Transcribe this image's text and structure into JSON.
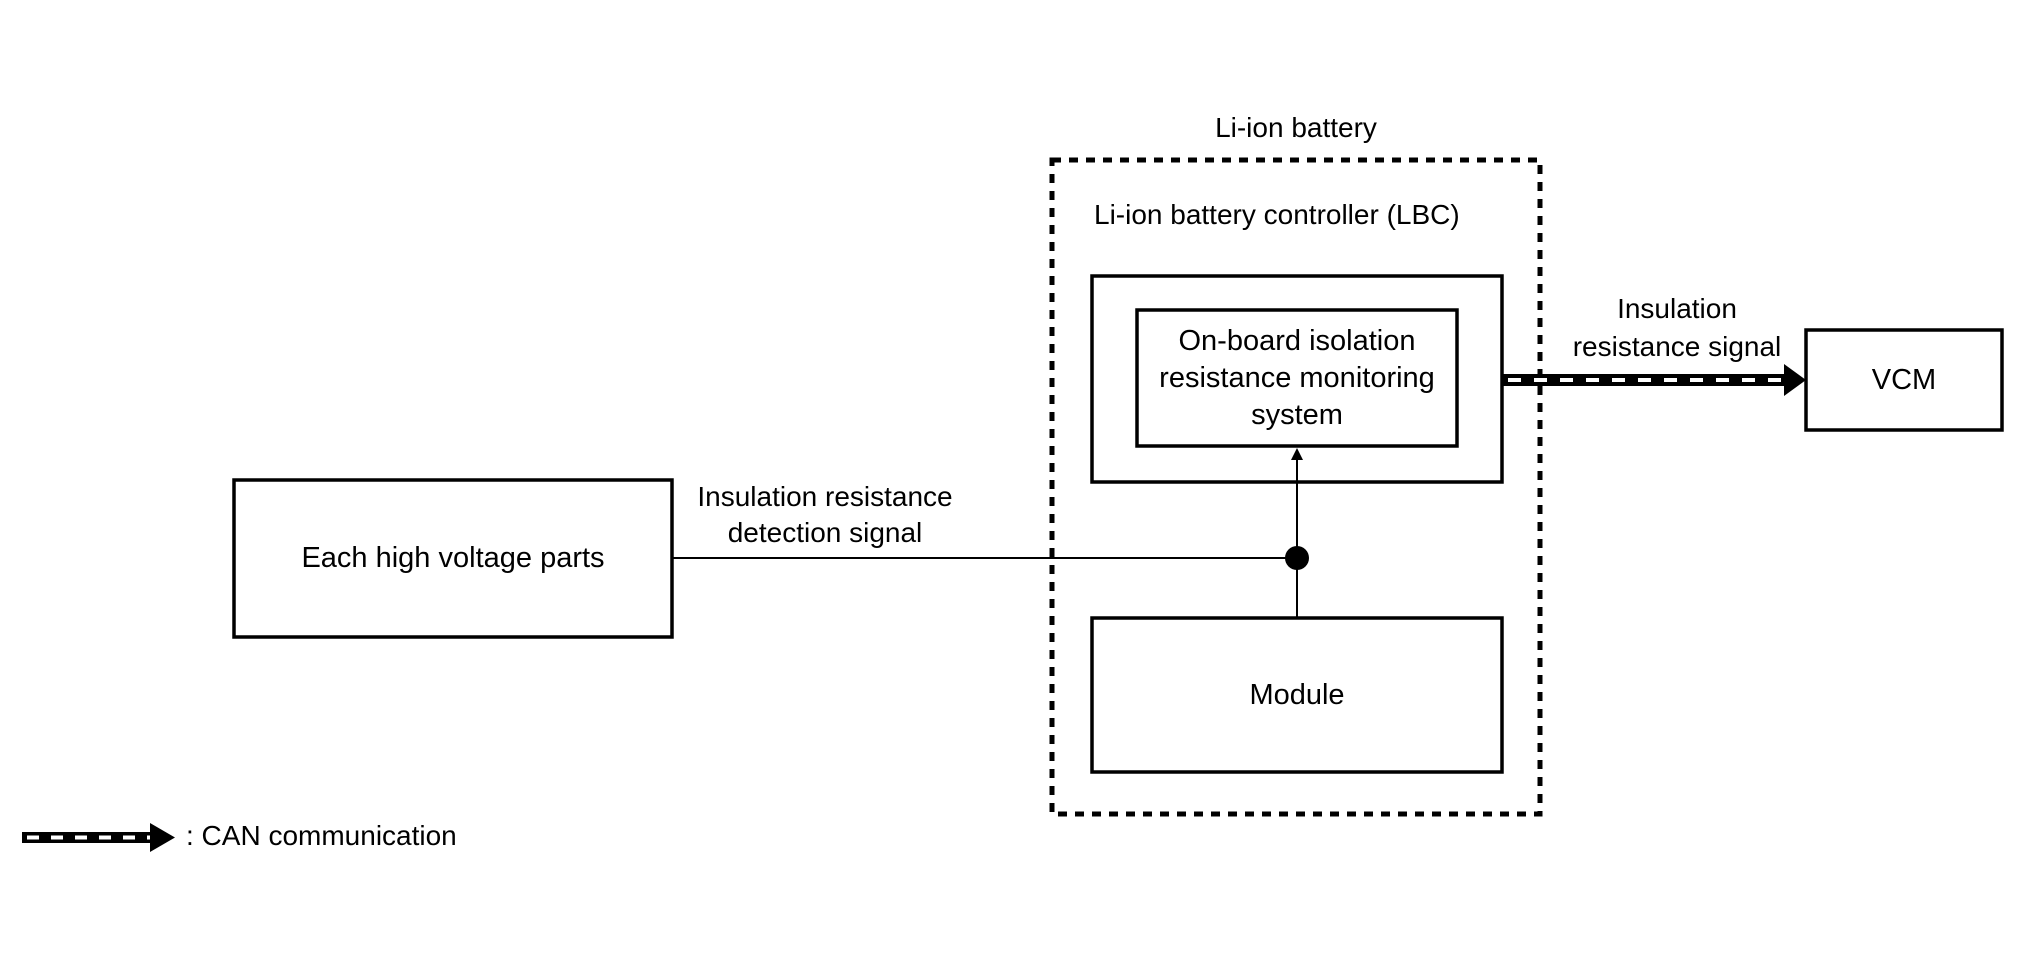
{
  "battery": {
    "label": "Li-ion battery"
  },
  "lbc": {
    "label": "Li-ion battery controller (LBC)"
  },
  "monitor": {
    "lines": [
      "On-board isolation",
      "resistance monitoring",
      "system"
    ]
  },
  "module": {
    "label": "Module"
  },
  "parts": {
    "label": "Each high voltage parts"
  },
  "vcm": {
    "label": "VCM"
  },
  "detection_signal": {
    "lines": [
      "Insulation resistance",
      "detection signal"
    ]
  },
  "resistance_signal": {
    "lines": [
      "Insulation",
      "resistance signal"
    ]
  },
  "legend": {
    "label": ": CAN communication"
  }
}
